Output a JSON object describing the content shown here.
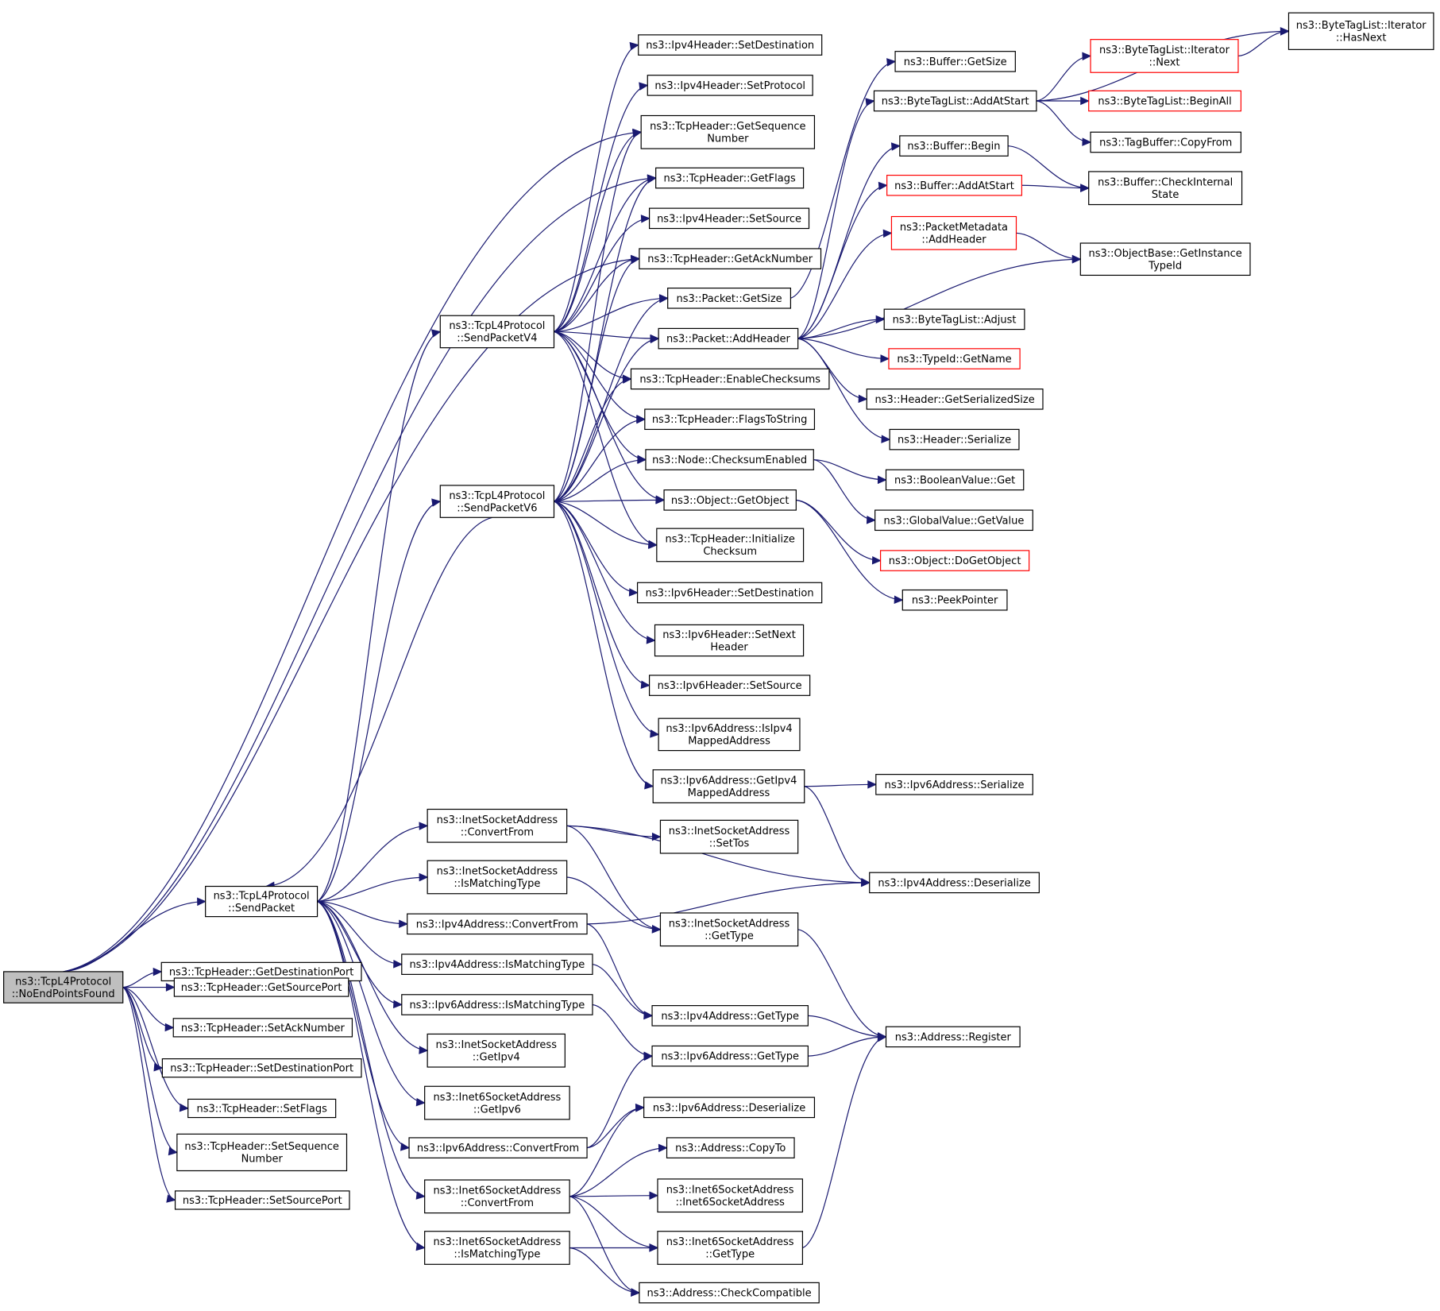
{
  "diagram": {
    "type": "call-graph",
    "colors": {
      "edge": "#191970",
      "root_fill": "#bfbfbf",
      "truncated_border": "#ff0000",
      "border": "#000000"
    },
    "nodes": [
      {
        "id": "root",
        "lines": [
          "ns3::TcpL4Protocol",
          "::NoEndPointsFound"
        ],
        "root": true
      },
      {
        "id": "sendPacket",
        "lines": [
          "ns3::TcpL4Protocol",
          "::SendPacket"
        ]
      },
      {
        "id": "getDestPort",
        "lines": [
          "ns3::TcpHeader::GetDestinationPort"
        ]
      },
      {
        "id": "getSrcPort",
        "lines": [
          "ns3::TcpHeader::GetSourcePort"
        ]
      },
      {
        "id": "setAckNum",
        "lines": [
          "ns3::TcpHeader::SetAckNumber"
        ]
      },
      {
        "id": "setDestPort",
        "lines": [
          "ns3::TcpHeader::SetDestinationPort"
        ]
      },
      {
        "id": "setFlags",
        "lines": [
          "ns3::TcpHeader::SetFlags"
        ]
      },
      {
        "id": "setSeqNum",
        "lines": [
          "ns3::TcpHeader::SetSequence",
          "Number"
        ]
      },
      {
        "id": "setSrcPort",
        "lines": [
          "ns3::TcpHeader::SetSourcePort"
        ]
      },
      {
        "id": "sendV4",
        "lines": [
          "ns3::TcpL4Protocol",
          "::SendPacketV4"
        ]
      },
      {
        "id": "sendV6",
        "lines": [
          "ns3::TcpL4Protocol",
          "::SendPacketV6"
        ]
      },
      {
        "id": "inetConvert",
        "lines": [
          "ns3::InetSocketAddress",
          "::ConvertFrom"
        ]
      },
      {
        "id": "inetIsMatch",
        "lines": [
          "ns3::InetSocketAddress",
          "::IsMatchingType"
        ]
      },
      {
        "id": "ipv4Convert",
        "lines": [
          "ns3::Ipv4Address::ConvertFrom"
        ]
      },
      {
        "id": "ipv4IsMatch",
        "lines": [
          "ns3::Ipv4Address::IsMatchingType"
        ]
      },
      {
        "id": "ipv6IsMatch",
        "lines": [
          "ns3::Ipv6Address::IsMatchingType"
        ]
      },
      {
        "id": "inetGetIpv4",
        "lines": [
          "ns3::InetSocketAddress",
          "::GetIpv4"
        ]
      },
      {
        "id": "inet6GetIpv6",
        "lines": [
          "ns3::Inet6SocketAddress",
          "::GetIpv6"
        ]
      },
      {
        "id": "ipv6Convert",
        "lines": [
          "ns3::Ipv6Address::ConvertFrom"
        ]
      },
      {
        "id": "inet6Convert",
        "lines": [
          "ns3::Inet6SocketAddress",
          "::ConvertFrom"
        ]
      },
      {
        "id": "inet6IsMatch",
        "lines": [
          "ns3::Inet6SocketAddress",
          "::IsMatchingType"
        ]
      },
      {
        "id": "ipv4SetDest",
        "lines": [
          "ns3::Ipv4Header::SetDestination"
        ]
      },
      {
        "id": "ipv4SetProto",
        "lines": [
          "ns3::Ipv4Header::SetProtocol"
        ]
      },
      {
        "id": "getSeqNum",
        "lines": [
          "ns3::TcpHeader::GetSequence",
          "Number"
        ]
      },
      {
        "id": "getFlags",
        "lines": [
          "ns3::TcpHeader::GetFlags"
        ]
      },
      {
        "id": "ipv4SetSrc",
        "lines": [
          "ns3::Ipv4Header::SetSource"
        ]
      },
      {
        "id": "getAckNum",
        "lines": [
          "ns3::TcpHeader::GetAckNumber"
        ]
      },
      {
        "id": "pktGetSize",
        "lines": [
          "ns3::Packet::GetSize"
        ]
      },
      {
        "id": "pktAddHeader",
        "lines": [
          "ns3::Packet::AddHeader"
        ]
      },
      {
        "id": "enableChk",
        "lines": [
          "ns3::TcpHeader::EnableChecksums"
        ]
      },
      {
        "id": "flagsToStr",
        "lines": [
          "ns3::TcpHeader::FlagsToString"
        ]
      },
      {
        "id": "nodeChk",
        "lines": [
          "ns3::Node::ChecksumEnabled"
        ]
      },
      {
        "id": "getObject",
        "lines": [
          "ns3::Object::GetObject"
        ]
      },
      {
        "id": "initChk",
        "lines": [
          "ns3::TcpHeader::Initialize",
          "Checksum"
        ]
      },
      {
        "id": "ipv6SetDest",
        "lines": [
          "ns3::Ipv6Header::SetDestination"
        ]
      },
      {
        "id": "ipv6SetNext",
        "lines": [
          "ns3::Ipv6Header::SetNext",
          "Header"
        ]
      },
      {
        "id": "ipv6SetSrc",
        "lines": [
          "ns3::Ipv6Header::SetSource"
        ]
      },
      {
        "id": "isIpv4Mapped",
        "lines": [
          "ns3::Ipv6Address::IsIpv4",
          "MappedAddress"
        ]
      },
      {
        "id": "getIpv4Mapped",
        "lines": [
          "ns3::Ipv6Address::GetIpv4",
          "MappedAddress"
        ]
      },
      {
        "id": "inetSetTos",
        "lines": [
          "ns3::InetSocketAddress",
          "::SetTos"
        ]
      },
      {
        "id": "inetGetType",
        "lines": [
          "ns3::InetSocketAddress",
          "::GetType"
        ]
      },
      {
        "id": "ipv4GetType",
        "lines": [
          "ns3::Ipv4Address::GetType"
        ]
      },
      {
        "id": "ipv6GetType",
        "lines": [
          "ns3::Ipv6Address::GetType"
        ]
      },
      {
        "id": "ipv6Deser",
        "lines": [
          "ns3::Ipv6Address::Deserialize"
        ]
      },
      {
        "id": "addrCopyTo",
        "lines": [
          "ns3::Address::CopyTo"
        ]
      },
      {
        "id": "inet6Ctor",
        "lines": [
          "ns3::Inet6SocketAddress",
          "::Inet6SocketAddress"
        ]
      },
      {
        "id": "inet6GetType",
        "lines": [
          "ns3::Inet6SocketAddress",
          "::GetType"
        ]
      },
      {
        "id": "addrCheckCompat",
        "lines": [
          "ns3::Address::CheckCompatible"
        ]
      },
      {
        "id": "bufGetSize",
        "lines": [
          "ns3::Buffer::GetSize"
        ]
      },
      {
        "id": "btlAddAtStart",
        "lines": [
          "ns3::ByteTagList::AddAtStart"
        ]
      },
      {
        "id": "bufBegin",
        "lines": [
          "ns3::Buffer::Begin"
        ]
      },
      {
        "id": "bufAddAtStart",
        "lines": [
          "ns3::Buffer::AddAtStart"
        ],
        "truncated": true
      },
      {
        "id": "pmAddHeader",
        "lines": [
          "ns3::PacketMetadata",
          "::AddHeader"
        ],
        "truncated": true
      },
      {
        "id": "btlAdjust",
        "lines": [
          "ns3::ByteTagList::Adjust"
        ]
      },
      {
        "id": "typeIdGetName",
        "lines": [
          "ns3::TypeId::GetName"
        ],
        "truncated": true
      },
      {
        "id": "hdrGetSerSize",
        "lines": [
          "ns3::Header::GetSerializedSize"
        ]
      },
      {
        "id": "hdrSerialize",
        "lines": [
          "ns3::Header::Serialize"
        ]
      },
      {
        "id": "boolGet",
        "lines": [
          "ns3::BooleanValue::Get"
        ]
      },
      {
        "id": "globalGetValue",
        "lines": [
          "ns3::GlobalValue::GetValue"
        ]
      },
      {
        "id": "doGetObject",
        "lines": [
          "ns3::Object::DoGetObject"
        ],
        "truncated": true
      },
      {
        "id": "peekPointer",
        "lines": [
          "ns3::PeekPointer"
        ]
      },
      {
        "id": "ipv6Serialize",
        "lines": [
          "ns3::Ipv6Address::Serialize"
        ]
      },
      {
        "id": "ipv4Deser",
        "lines": [
          "ns3::Ipv4Address::Deserialize"
        ]
      },
      {
        "id": "addrRegister",
        "lines": [
          "ns3::Address::Register"
        ]
      },
      {
        "id": "btlIterHasNext",
        "lines": [
          "ns3::ByteTagList::Iterator",
          "::HasNext"
        ]
      },
      {
        "id": "btlIterNext",
        "lines": [
          "ns3::ByteTagList::Iterator",
          "::Next"
        ],
        "truncated": true
      },
      {
        "id": "btlBeginAll",
        "lines": [
          "ns3::ByteTagList::BeginAll"
        ],
        "truncated": true
      },
      {
        "id": "tagBufCopyFrom",
        "lines": [
          "ns3::TagBuffer::CopyFrom"
        ]
      },
      {
        "id": "bufCheckInternal",
        "lines": [
          "ns3::Buffer::CheckInternal",
          "State"
        ]
      },
      {
        "id": "objBaseGetInst",
        "lines": [
          "ns3::ObjectBase::GetInstance",
          "TypeId"
        ]
      }
    ],
    "edges": [
      [
        "root",
        "sendPacket"
      ],
      [
        "root",
        "getDestPort"
      ],
      [
        "root",
        "getSrcPort"
      ],
      [
        "root",
        "setAckNum"
      ],
      [
        "root",
        "setDestPort"
      ],
      [
        "root",
        "setFlags"
      ],
      [
        "root",
        "setSeqNum"
      ],
      [
        "root",
        "setSrcPort"
      ],
      [
        "root",
        "getSeqNum"
      ],
      [
        "root",
        "getFlags"
      ],
      [
        "root",
        "getAckNum"
      ],
      [
        "sendPacket",
        "sendV4"
      ],
      [
        "sendPacket",
        "sendV6"
      ],
      [
        "sendV6",
        "sendPacket"
      ],
      [
        "sendPacket",
        "inetConvert"
      ],
      [
        "sendPacket",
        "inetIsMatch"
      ],
      [
        "sendPacket",
        "ipv4Convert"
      ],
      [
        "sendPacket",
        "ipv4IsMatch"
      ],
      [
        "sendPacket",
        "ipv6IsMatch"
      ],
      [
        "sendPacket",
        "inetGetIpv4"
      ],
      [
        "sendPacket",
        "inet6GetIpv6"
      ],
      [
        "sendPacket",
        "ipv6Convert"
      ],
      [
        "sendPacket",
        "inet6Convert"
      ],
      [
        "sendPacket",
        "inet6IsMatch"
      ],
      [
        "sendV4",
        "ipv4SetDest"
      ],
      [
        "sendV4",
        "ipv4SetProto"
      ],
      [
        "sendV4",
        "getSeqNum"
      ],
      [
        "sendV4",
        "getFlags"
      ],
      [
        "sendV4",
        "ipv4SetSrc"
      ],
      [
        "sendV4",
        "getAckNum"
      ],
      [
        "sendV4",
        "pktGetSize"
      ],
      [
        "sendV4",
        "pktAddHeader"
      ],
      [
        "sendV4",
        "enableChk"
      ],
      [
        "sendV4",
        "flagsToStr"
      ],
      [
        "sendV4",
        "nodeChk"
      ],
      [
        "sendV4",
        "getObject"
      ],
      [
        "sendV4",
        "initChk"
      ],
      [
        "sendV6",
        "getSeqNum"
      ],
      [
        "sendV6",
        "getFlags"
      ],
      [
        "sendV6",
        "getAckNum"
      ],
      [
        "sendV6",
        "pktGetSize"
      ],
      [
        "sendV6",
        "pktAddHeader"
      ],
      [
        "sendV6",
        "enableChk"
      ],
      [
        "sendV6",
        "flagsToStr"
      ],
      [
        "sendV6",
        "nodeChk"
      ],
      [
        "sendV6",
        "getObject"
      ],
      [
        "sendV6",
        "initChk"
      ],
      [
        "sendV6",
        "ipv6SetDest"
      ],
      [
        "sendV6",
        "ipv6SetNext"
      ],
      [
        "sendV6",
        "ipv6SetSrc"
      ],
      [
        "sendV6",
        "isIpv4Mapped"
      ],
      [
        "sendV6",
        "getIpv4Mapped"
      ],
      [
        "pktGetSize",
        "bufGetSize"
      ],
      [
        "pktAddHeader",
        "btlAddAtStart"
      ],
      [
        "pktAddHeader",
        "bufBegin"
      ],
      [
        "pktAddHeader",
        "bufAddAtStart"
      ],
      [
        "pktAddHeader",
        "pmAddHeader"
      ],
      [
        "pktAddHeader",
        "objBaseGetInst"
      ],
      [
        "pktAddHeader",
        "btlAdjust"
      ],
      [
        "pktAddHeader",
        "typeIdGetName"
      ],
      [
        "pktAddHeader",
        "hdrGetSerSize"
      ],
      [
        "pktAddHeader",
        "hdrSerialize"
      ],
      [
        "btlAddAtStart",
        "btlIterHasNext"
      ],
      [
        "btlAddAtStart",
        "btlIterNext"
      ],
      [
        "btlAddAtStart",
        "btlBeginAll"
      ],
      [
        "btlAddAtStart",
        "tagBufCopyFrom"
      ],
      [
        "btlIterNext",
        "btlIterHasNext"
      ],
      [
        "bufBegin",
        "bufCheckInternal"
      ],
      [
        "bufAddAtStart",
        "bufCheckInternal"
      ],
      [
        "pmAddHeader",
        "objBaseGetInst"
      ],
      [
        "nodeChk",
        "boolGet"
      ],
      [
        "nodeChk",
        "globalGetValue"
      ],
      [
        "getObject",
        "doGetObject"
      ],
      [
        "getObject",
        "peekPointer"
      ],
      [
        "getIpv4Mapped",
        "ipv6Serialize"
      ],
      [
        "getIpv4Mapped",
        "ipv4Deser"
      ],
      [
        "inetConvert",
        "inetSetTos"
      ],
      [
        "inetConvert",
        "ipv4Deser"
      ],
      [
        "inetConvert",
        "inetGetType"
      ],
      [
        "inetIsMatch",
        "inetGetType"
      ],
      [
        "inetGetType",
        "addrRegister"
      ],
      [
        "ipv4Convert",
        "ipv4Deser"
      ],
      [
        "ipv4Convert",
        "ipv4GetType"
      ],
      [
        "ipv4IsMatch",
        "ipv4GetType"
      ],
      [
        "ipv6IsMatch",
        "ipv6GetType"
      ],
      [
        "ipv4GetType",
        "addrRegister"
      ],
      [
        "ipv6GetType",
        "addrRegister"
      ],
      [
        "ipv6Convert",
        "ipv6GetType"
      ],
      [
        "ipv6Convert",
        "ipv6Deser"
      ],
      [
        "inet6Convert",
        "ipv6Deser"
      ],
      [
        "inet6Convert",
        "addrCopyTo"
      ],
      [
        "inet6Convert",
        "inet6Ctor"
      ],
      [
        "inet6Convert",
        "inet6GetType"
      ],
      [
        "inet6Convert",
        "addrCheckCompat"
      ],
      [
        "inet6IsMatch",
        "inet6GetType"
      ],
      [
        "inet6IsMatch",
        "addrCheckCompat"
      ],
      [
        "inet6GetType",
        "addrRegister"
      ]
    ]
  }
}
